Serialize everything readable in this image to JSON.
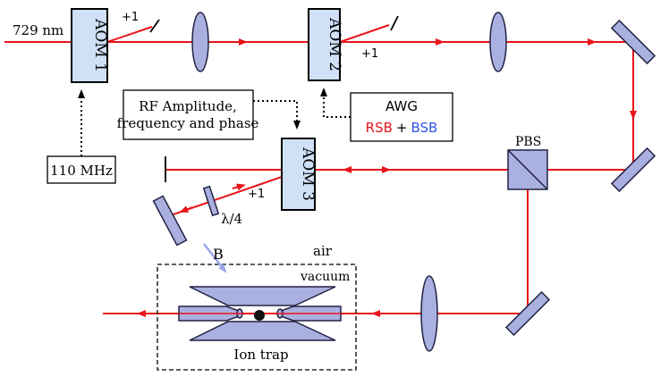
{
  "colors": {
    "beam": "#e8141a",
    "optic_fill": "#aab0e0",
    "optic_stroke": "#222244",
    "aom_fill": "#cfe0f7",
    "rsb": "#e0141a",
    "bsb": "#2f54e6",
    "b_field_arrow": "#9aa6ec",
    "ion": "#111111"
  },
  "labels": {
    "wavelength": "729 nm",
    "aom1": "AOM 1",
    "aom2": "AOM 2",
    "aom3": "AOM 3",
    "order_aom1": "+1",
    "order_aom2": "+1",
    "order_aom3": "+1",
    "rf_freq": "110 MHz",
    "rf_control_line1": "RF Amplitude,",
    "rf_control_line2": "frequency and phase",
    "awg_title": "AWG",
    "rsb": "RSB",
    "plus": "+",
    "bsb": "BSB",
    "pbs": "PBS",
    "quarter_wave": "λ/4",
    "b_field": "B",
    "air": "air",
    "vacuum": "vacuum",
    "ion_trap": "Ion trap"
  }
}
